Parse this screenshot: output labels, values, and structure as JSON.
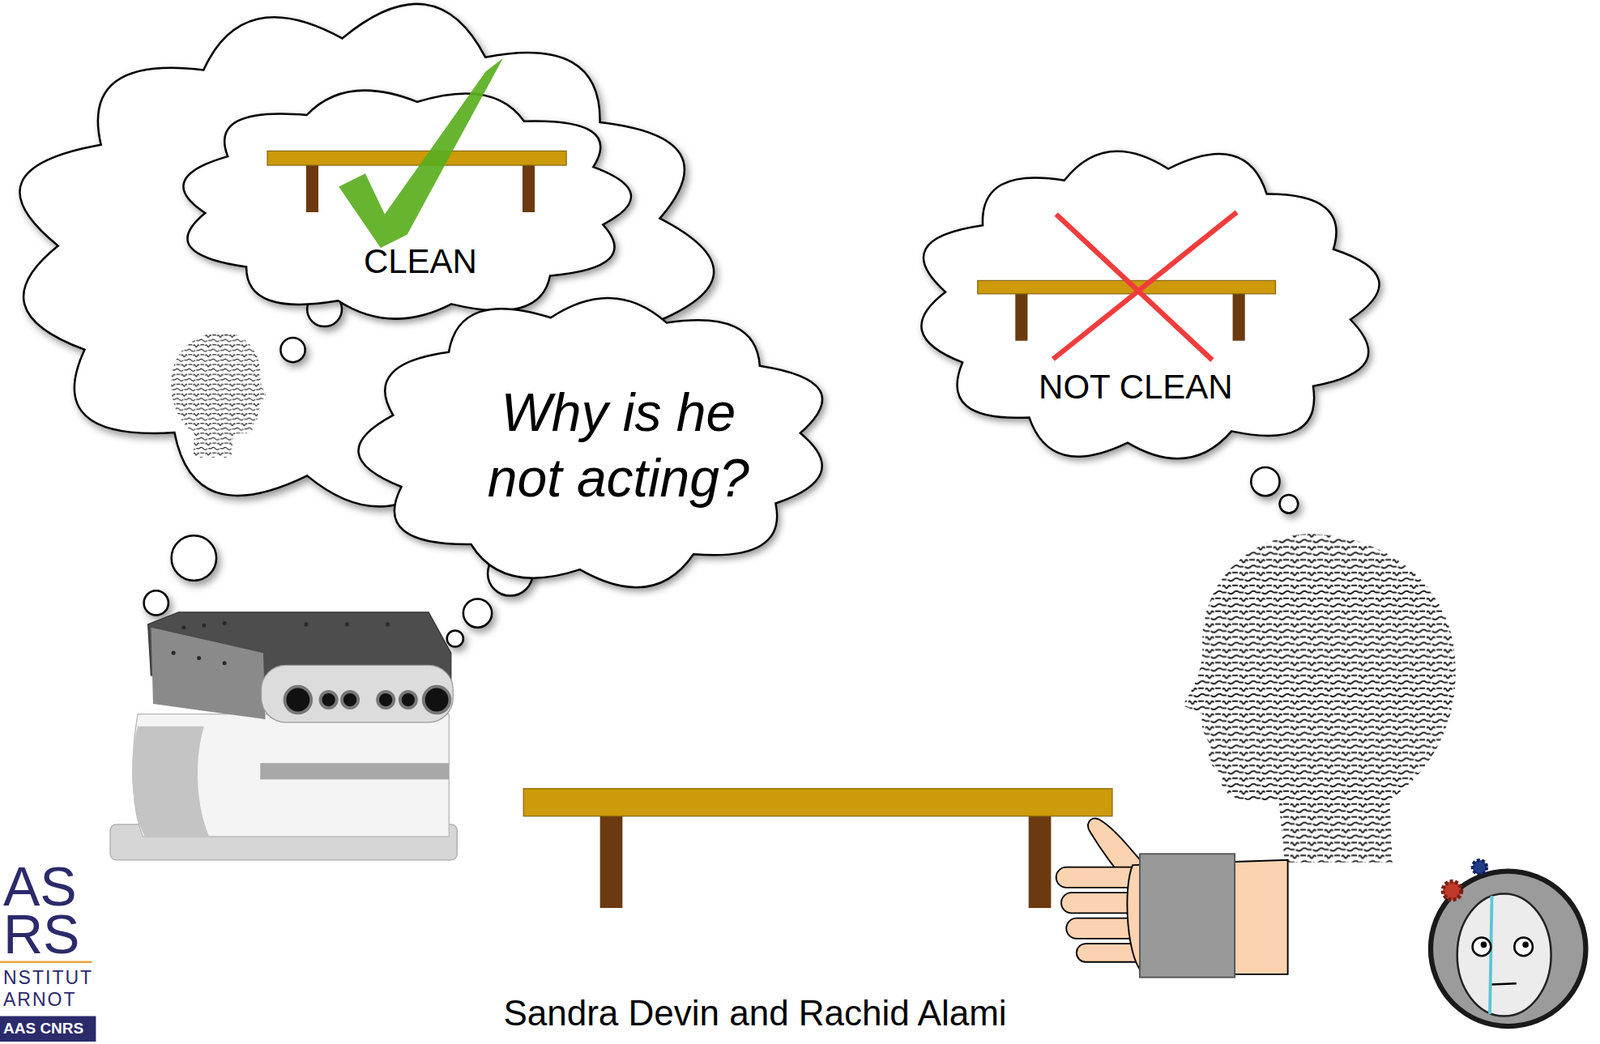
{
  "diagram": {
    "nodes": [
      {
        "text": [
          "CLEAN"
        ]
      },
      {
        "text": [
          "Why is he not acting?"
        ]
      },
      {
        "text": [
          "NOT CLEAN"
        ]
      }
    ],
    "labels": [
      "Sandra Devin and Rachid Alami",
      "AS",
      "RS",
      "NSTITUT",
      "ARNOT",
      "AAS CNRS"
    ]
  }
}
